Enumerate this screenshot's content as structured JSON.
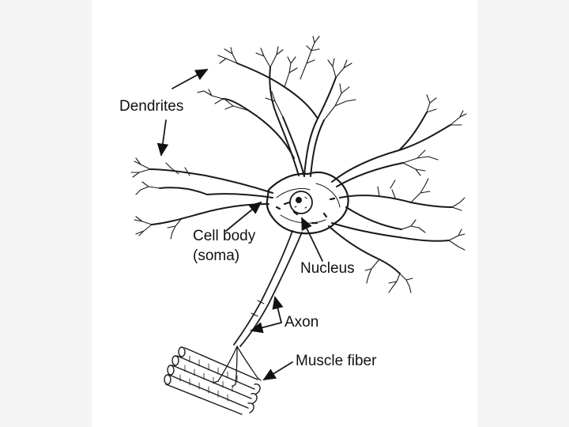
{
  "colors": {
    "side_band": "#f4f4f4",
    "ink": "#111111"
  },
  "labels": {
    "dendrites": "Dendrites",
    "cell_body_line1": "Cell body",
    "cell_body_line2": "(soma)",
    "nucleus": "Nucleus",
    "axon": "Axon",
    "muscle_fiber": "Muscle fiber"
  }
}
